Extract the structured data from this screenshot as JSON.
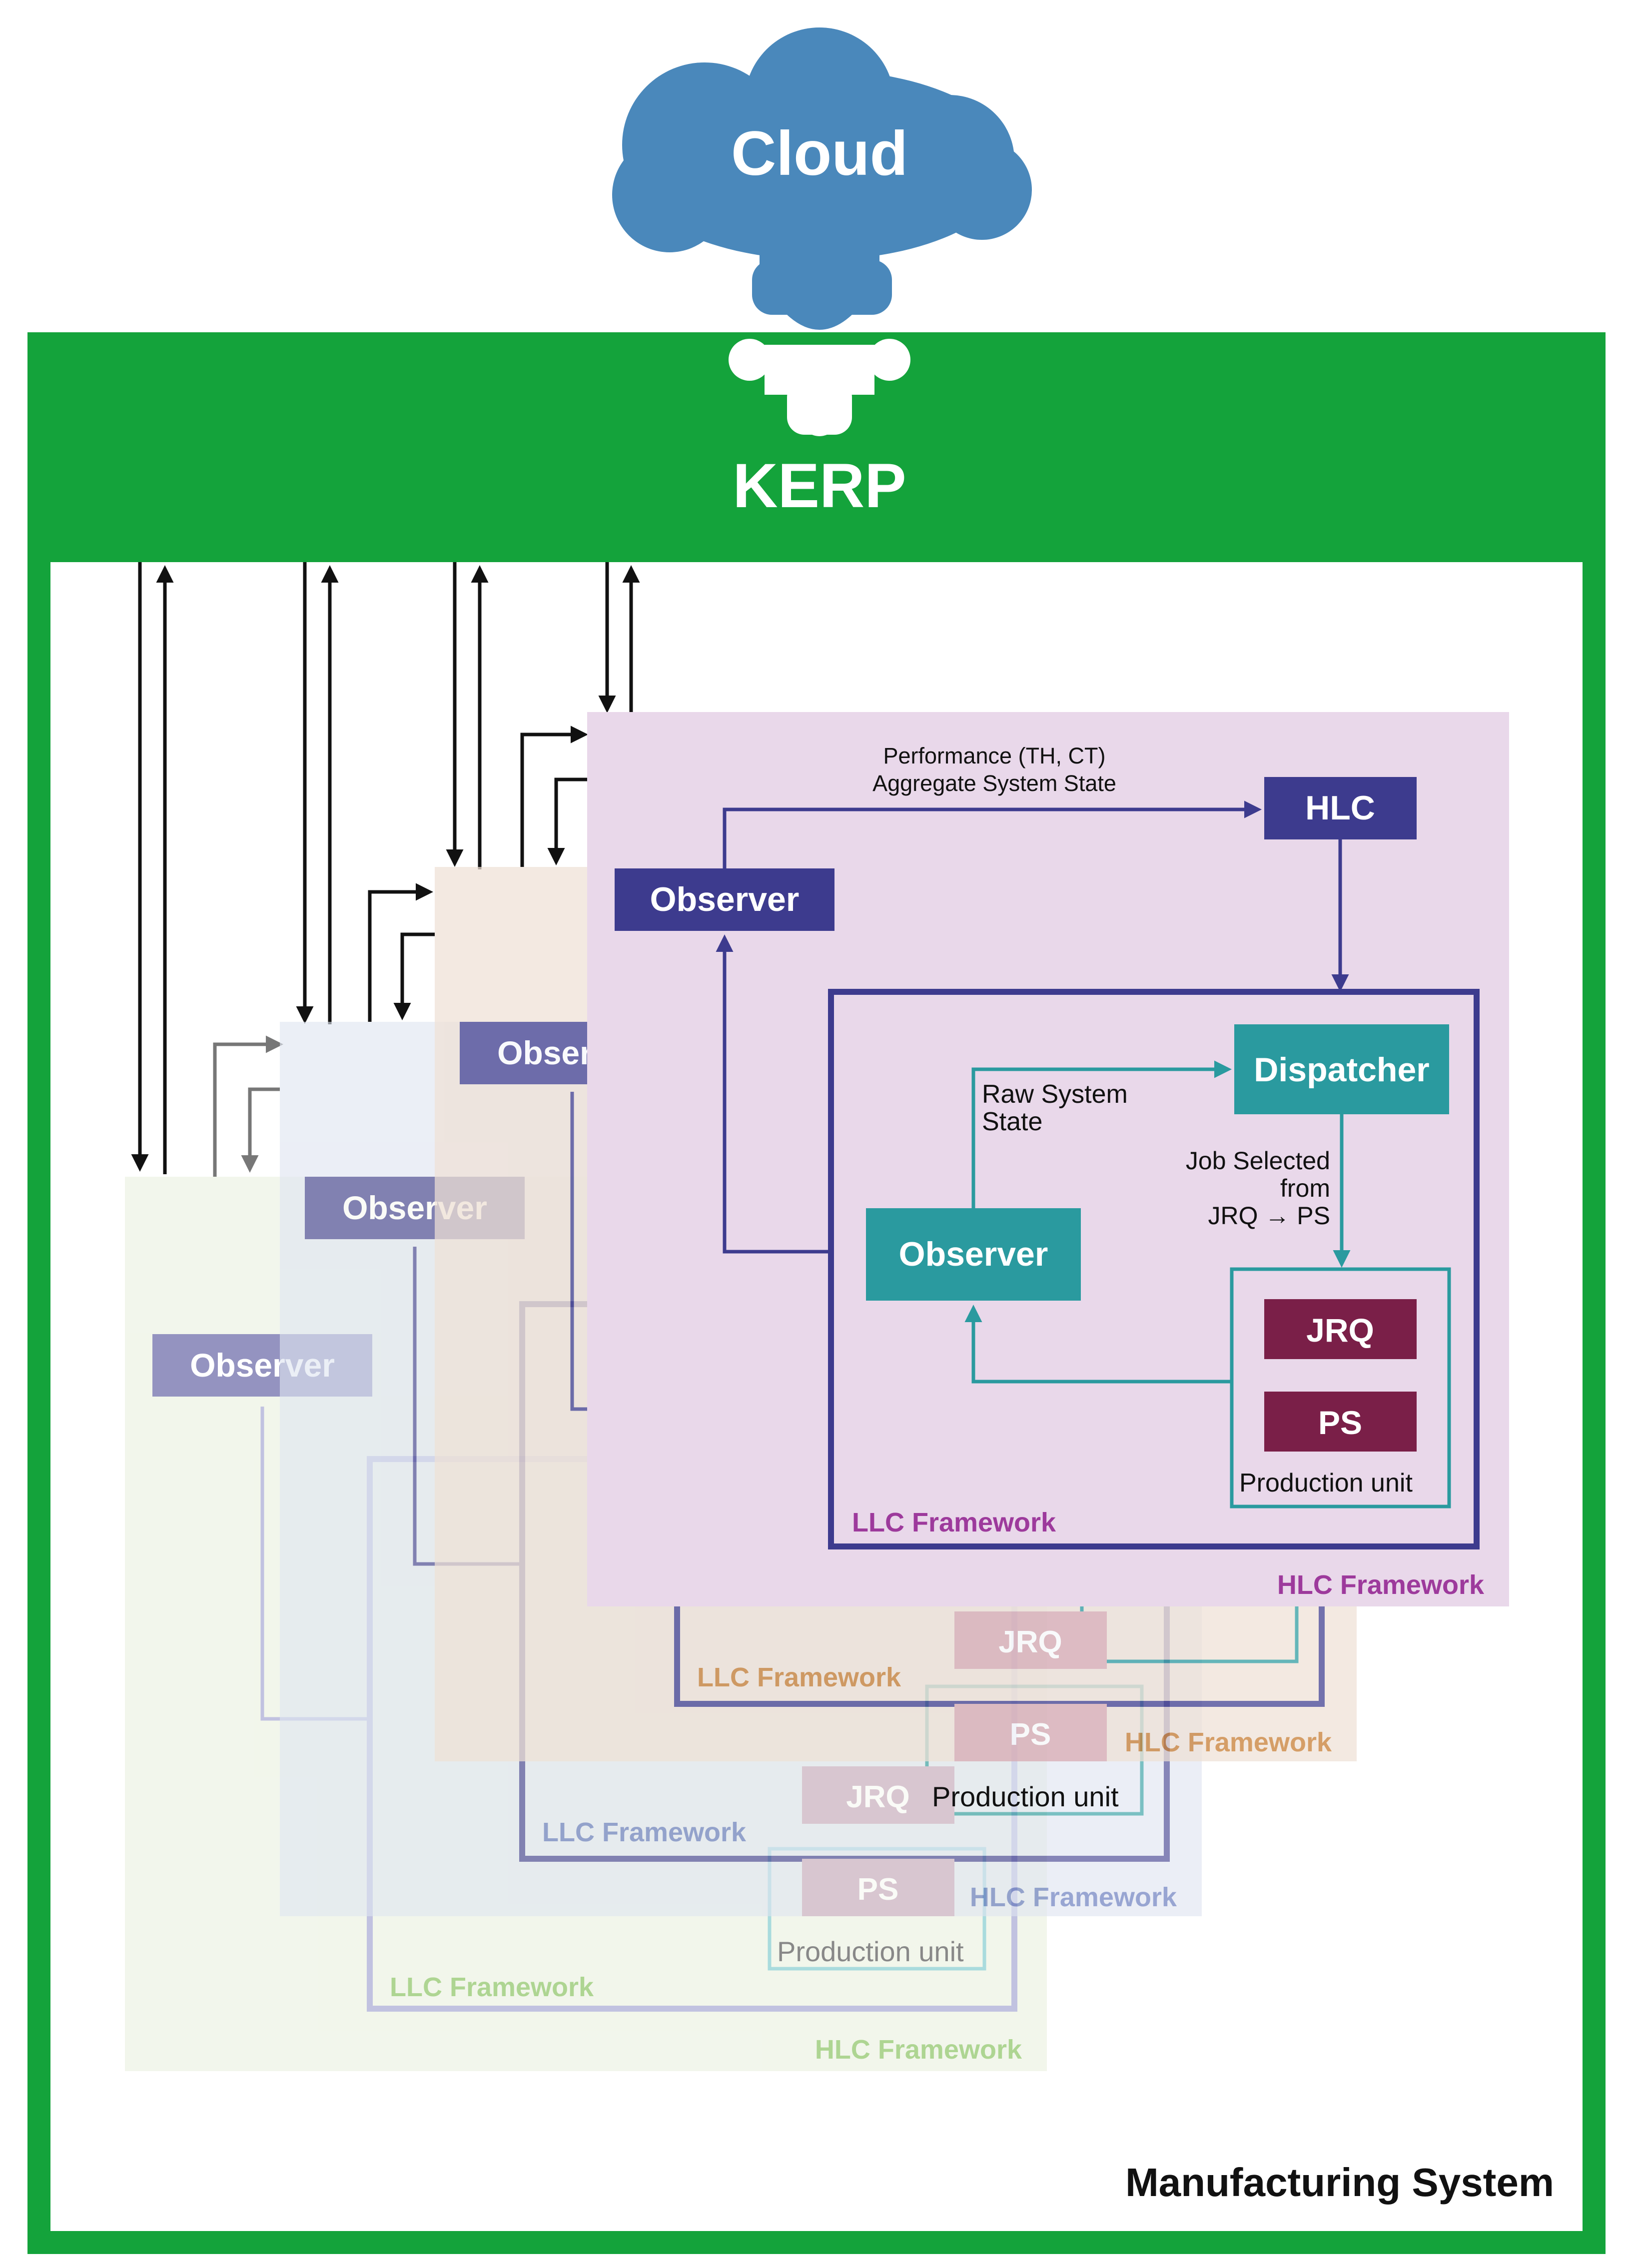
{
  "cloud": {
    "label": "Cloud"
  },
  "kerp": {
    "label": "KERP"
  },
  "system": {
    "label": "Manufacturing System"
  },
  "front_framework": {
    "observer_label": "Observer",
    "hlc_label": "HLC",
    "performance_line1": "Performance (TH, CT)",
    "performance_line2": "Aggregate System State",
    "dispatcher_label": "Dispatcher",
    "raw_state_line1": "Raw System",
    "raw_state_line2": "State",
    "llc_observer_label": "Observer",
    "job_selected_line1": "Job Selected",
    "job_selected_line2": "from",
    "job_selected_line3": "JRQ → PS",
    "jrq_label": "JRQ",
    "ps_label": "PS",
    "production_unit_label": "Production unit",
    "llc_framework_label": "LLC Framework",
    "hlc_framework_label": "HLC Framework"
  },
  "layer_tan": {
    "observer_label": "Observer",
    "jrq_label": "JRQ",
    "ps_label": "PS",
    "production_unit_label": "Production unit",
    "llc_framework_label": "LLC Framework",
    "hlc_framework_label": "HLC Framework"
  },
  "layer_blue": {
    "observer_label": "Observer",
    "jrq_label": "JRQ",
    "ps_label": "PS",
    "production_unit_label": "Production unit",
    "llc_framework_label": "LLC Framework",
    "hlc_framework_label": "HLC Framework"
  },
  "layer_green": {
    "observer_label": "Observer",
    "llc_framework_label": "LLC Framework",
    "hlc_framework_label": "HLC Framework"
  },
  "colors": {
    "kerp_green": "#14a33b",
    "cloud_blue": "#4a88bb",
    "hlc_indigo": "#3d3b8e",
    "llc_teal": "#2a9a9f",
    "queue_maroon": "#7a1f48",
    "front_fill": "#e9d8ea",
    "tan_fill": "#f1e6de",
    "blue_fill": "#e6ebf4",
    "green_fill": "#f1f5ec",
    "llc_label_purple": "#9d3a9c",
    "tan_label": "#c9843e",
    "blue_label": "#6f86c4",
    "green_label": "#a7d37f"
  }
}
